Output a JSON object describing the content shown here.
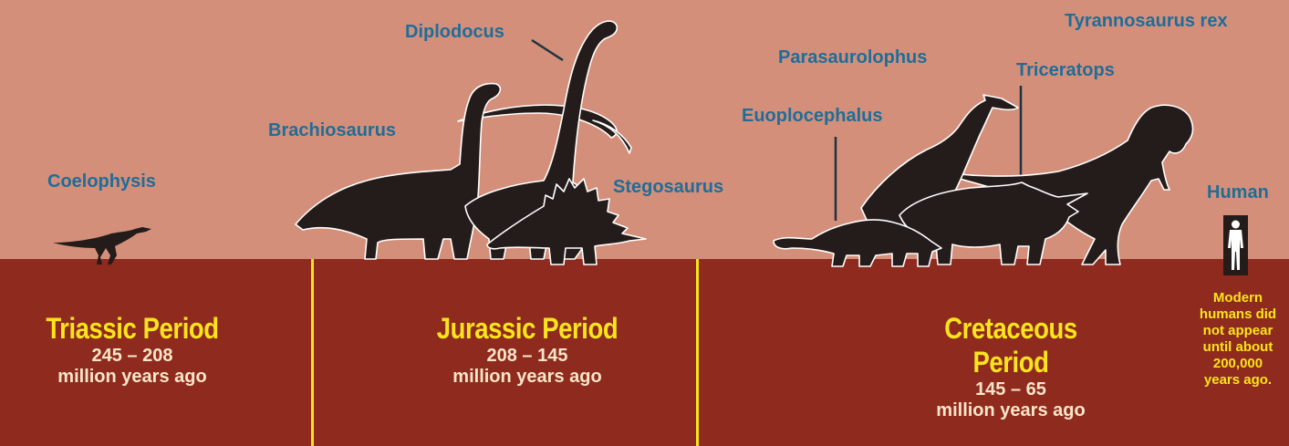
{
  "labels": {
    "coelophysis": "Coelophysis",
    "brachiosaurus": "Brachiosaurus",
    "diplodocus": "Diplodocus",
    "stegosaurus": "Stegosaurus",
    "euoplocephalus": "Euoplocephalus",
    "parasaurolophus": "Parasaurolophus",
    "triceratops": "Triceratops",
    "tyrannosaurus": "Tyrannosaurus rex",
    "human": "Human"
  },
  "periods": [
    {
      "name": "Triassic Period",
      "range": "245 – 208",
      "unit": "million years ago"
    },
    {
      "name": "Jurassic Period",
      "range": "208 – 145",
      "unit": "million years ago"
    },
    {
      "name": "Cretaceous Period",
      "range": "145 – 65",
      "unit": "million years ago"
    }
  ],
  "human_note": [
    "Modern",
    "humans did",
    "not appear",
    "until about",
    "200,000",
    "years ago."
  ],
  "colors": {
    "sky": "#d48f7a",
    "ground": "#8e2a1e",
    "divider": "#f5e31c",
    "label_blue": "#1f6d98",
    "period_yellow": "#fbe41d",
    "silhouette": "#241c1a"
  }
}
